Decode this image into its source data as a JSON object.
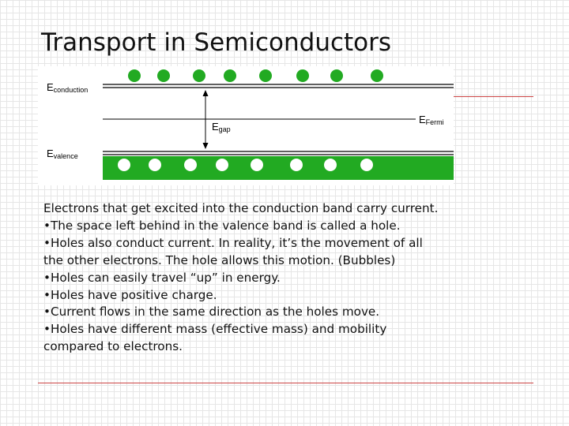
{
  "slide": {
    "title": "Transport in Semiconductors"
  },
  "diagram": {
    "labels": {
      "conduction_main": "E",
      "conduction_sub": "conduction",
      "gap_main": "E",
      "gap_sub": "gap",
      "fermi_main": "E",
      "fermi_sub": "Fermi",
      "valence_main": "E",
      "valence_sub": "valence"
    },
    "electron_count": 8,
    "hole_count": 8,
    "colors": {
      "electron": "#22aa22",
      "valence_band": "#22aa22",
      "hole": "#ffffff",
      "rule": "#cc4444"
    }
  },
  "body": {
    "lines": [
      "Electrons that get excited into the conduction band carry current.",
      "•The space left behind in the valence band is called a hole.",
      "•Holes also conduct current. In reality, it’s the movement of all",
      "the other electrons. The hole allows this motion. (Bubbles)",
      "•Holes can easily travel “up” in energy.",
      "•Holes have positive charge.",
      "•Current flows in the same direction as the holes move.",
      "•Holes have different mass (effective mass) and mobility",
      "compared to electrons."
    ]
  }
}
